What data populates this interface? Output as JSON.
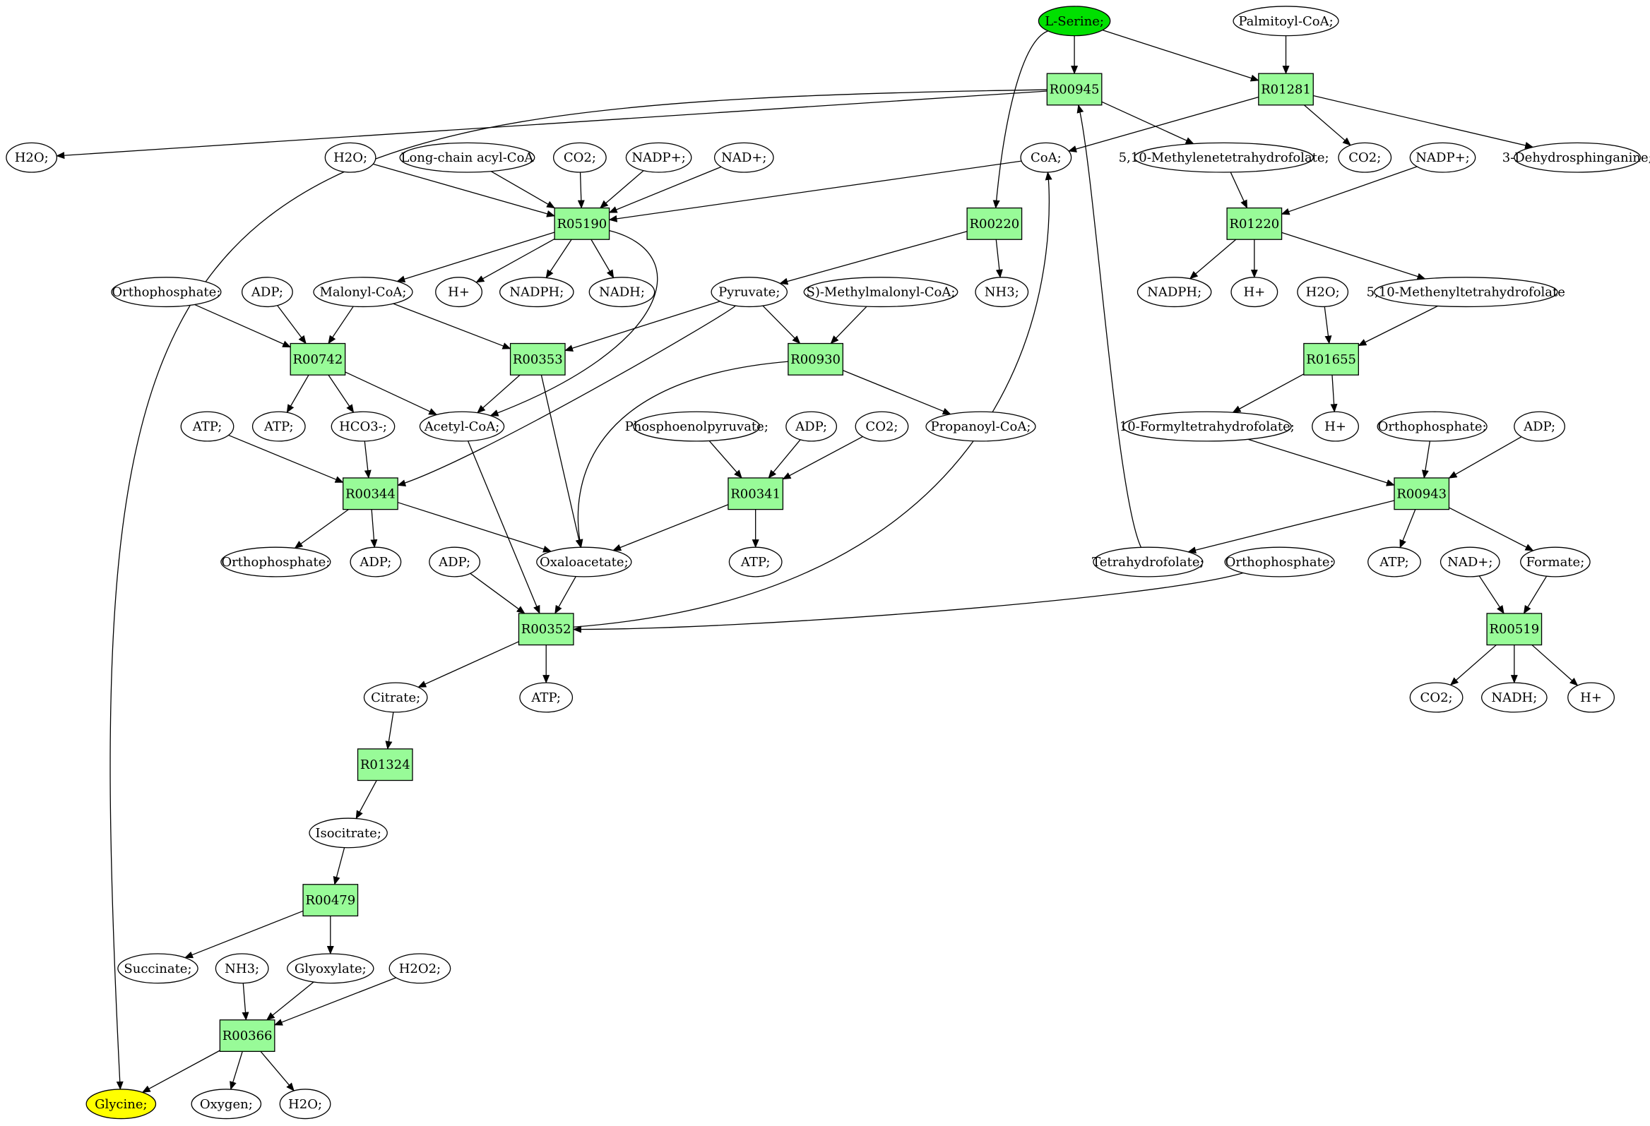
{
  "colors": {
    "reaction_fill": "#98fb98",
    "start_fill": "#00e000",
    "end_fill": "#ffff00",
    "compound_fill": "#ffffff",
    "stroke": "#000000"
  },
  "nodes": {
    "lserine": {
      "label": "L-Serine;",
      "kind": "start"
    },
    "palmitoyl": {
      "label": "Palmitoyl-CoA;",
      "kind": "compound"
    },
    "R00945": {
      "label": "R00945",
      "kind": "reaction"
    },
    "R01281": {
      "label": "R01281",
      "kind": "reaction"
    },
    "h2o_a": {
      "label": "H2O;",
      "kind": "compound"
    },
    "h2o_b": {
      "label": "H2O;",
      "kind": "compound"
    },
    "lcacyl": {
      "label": "Long-chain acyl-CoA",
      "kind": "compound"
    },
    "co2_a": {
      "label": "CO2;",
      "kind": "compound"
    },
    "nadpp_a": {
      "label": "NADP+;",
      "kind": "compound"
    },
    "nadp_a": {
      "label": "NAD+;",
      "kind": "compound"
    },
    "coa": {
      "label": "CoA;",
      "kind": "compound"
    },
    "mthf": {
      "label": "5,10-Methylenetetrahydrofolate;",
      "kind": "compound"
    },
    "co2_b": {
      "label": "CO2;",
      "kind": "compound"
    },
    "nadpp_b": {
      "label": "NADP+;",
      "kind": "compound"
    },
    "dhsph": {
      "label": "3-Dehydrosphinganine;",
      "kind": "compound"
    },
    "R05190": {
      "label": "R05190",
      "kind": "reaction"
    },
    "R00220": {
      "label": "R00220",
      "kind": "reaction"
    },
    "R01220": {
      "label": "R01220",
      "kind": "reaction"
    },
    "orthop_a": {
      "label": "Orthophosphate;",
      "kind": "compound"
    },
    "adp_a": {
      "label": "ADP;",
      "kind": "compound"
    },
    "malonyl": {
      "label": "Malonyl-CoA;",
      "kind": "compound"
    },
    "hplus_a": {
      "label": "H+",
      "kind": "compound"
    },
    "nadph_a": {
      "label": "NADPH;",
      "kind": "compound"
    },
    "nadh_a": {
      "label": "NADH;",
      "kind": "compound"
    },
    "pyruvate": {
      "label": "Pyruvate;",
      "kind": "compound"
    },
    "smmcoa": {
      "label": "S)-Methylmalonyl-CoA;",
      "kind": "compound"
    },
    "nh3_a": {
      "label": "NH3;",
      "kind": "compound"
    },
    "nadph_b": {
      "label": "NADPH;",
      "kind": "compound"
    },
    "hplus_b": {
      "label": "H+",
      "kind": "compound"
    },
    "h2o_c": {
      "label": "H2O;",
      "kind": "compound"
    },
    "methenyl": {
      "label": "5,10-Methenyltetrahydrofolate",
      "kind": "compound"
    },
    "R00742": {
      "label": "R00742",
      "kind": "reaction"
    },
    "R00353": {
      "label": "R00353",
      "kind": "reaction"
    },
    "R00930": {
      "label": "R00930",
      "kind": "reaction"
    },
    "R01655": {
      "label": "R01655",
      "kind": "reaction"
    },
    "atp_a": {
      "label": "ATP;",
      "kind": "compound"
    },
    "atp_b": {
      "label": "ATP;",
      "kind": "compound"
    },
    "hco3": {
      "label": "HCO3-;",
      "kind": "compound"
    },
    "acetylcoa": {
      "label": "Acetyl-CoA;",
      "kind": "compound"
    },
    "pep": {
      "label": "Phosphoenolpyruvate;",
      "kind": "compound"
    },
    "adp_b": {
      "label": "ADP;",
      "kind": "compound"
    },
    "co2_c": {
      "label": "CO2;",
      "kind": "compound"
    },
    "propanoyl": {
      "label": "Propanoyl-CoA;",
      "kind": "compound"
    },
    "formylthf": {
      "label": "10-Formyltetrahydrofolate;",
      "kind": "compound"
    },
    "hplus_c": {
      "label": "H+",
      "kind": "compound"
    },
    "orthop_b": {
      "label": "Orthophosphate;",
      "kind": "compound"
    },
    "adp_c": {
      "label": "ADP;",
      "kind": "compound"
    },
    "R00344": {
      "label": "R00344",
      "kind": "reaction"
    },
    "R00341": {
      "label": "R00341",
      "kind": "reaction"
    },
    "R00943": {
      "label": "R00943",
      "kind": "reaction"
    },
    "orthop_c": {
      "label": "Orthophosphate;",
      "kind": "compound"
    },
    "adp_d": {
      "label": "ADP;",
      "kind": "compound"
    },
    "adp_e": {
      "label": "ADP;",
      "kind": "compound"
    },
    "oxaloacetate": {
      "label": "Oxaloacetate;",
      "kind": "compound"
    },
    "atp_c": {
      "label": "ATP;",
      "kind": "compound"
    },
    "thf": {
      "label": "Tetrahydrofolate;",
      "kind": "compound"
    },
    "orthop_d": {
      "label": "Orthophosphate;",
      "kind": "compound"
    },
    "atp_d": {
      "label": "ATP;",
      "kind": "compound"
    },
    "nadp_b": {
      "label": "NAD+;",
      "kind": "compound"
    },
    "formate": {
      "label": "Formate;",
      "kind": "compound"
    },
    "R00352": {
      "label": "R00352",
      "kind": "reaction"
    },
    "R00519": {
      "label": "R00519",
      "kind": "reaction"
    },
    "citrate": {
      "label": "Citrate;",
      "kind": "compound"
    },
    "atp_e": {
      "label": "ATP;",
      "kind": "compound"
    },
    "co2_d": {
      "label": "CO2;",
      "kind": "compound"
    },
    "nadh_b": {
      "label": "NADH;",
      "kind": "compound"
    },
    "hplus_d": {
      "label": "H+",
      "kind": "compound"
    },
    "R01324": {
      "label": "R01324",
      "kind": "reaction"
    },
    "isocitrate": {
      "label": "Isocitrate;",
      "kind": "compound"
    },
    "R00479": {
      "label": "R00479",
      "kind": "reaction"
    },
    "succinate": {
      "label": "Succinate;",
      "kind": "compound"
    },
    "nh3_b": {
      "label": "NH3;",
      "kind": "compound"
    },
    "glyoxylate": {
      "label": "Glyoxylate;",
      "kind": "compound"
    },
    "h2o2": {
      "label": "H2O2;",
      "kind": "compound"
    },
    "R00366": {
      "label": "R00366",
      "kind": "reaction"
    },
    "glycine": {
      "label": "Glycine;",
      "kind": "end"
    },
    "oxygen": {
      "label": "Oxygen;",
      "kind": "compound"
    },
    "h2o_d": {
      "label": "H2O;",
      "kind": "compound"
    }
  },
  "edges": [
    [
      "lserine",
      "R00945"
    ],
    [
      "lserine",
      "R01281"
    ],
    [
      "lserine",
      "R00220"
    ],
    [
      "palmitoyl",
      "R01281"
    ],
    [
      "R00945",
      "h2o_a"
    ],
    [
      "R00945",
      "mthf"
    ],
    [
      "R00945",
      "glycine"
    ],
    [
      "R01281",
      "coa"
    ],
    [
      "R01281",
      "co2_b"
    ],
    [
      "R01281",
      "dhsph"
    ],
    [
      "h2o_b",
      "R05190"
    ],
    [
      "lcacyl",
      "R05190"
    ],
    [
      "co2_a",
      "R05190"
    ],
    [
      "nadpp_a",
      "R05190"
    ],
    [
      "nadp_a",
      "R05190"
    ],
    [
      "coa",
      "R05190"
    ],
    [
      "R05190",
      "malonyl"
    ],
    [
      "R05190",
      "hplus_a"
    ],
    [
      "R05190",
      "nadph_a"
    ],
    [
      "R05190",
      "nadh_a"
    ],
    [
      "R05190",
      "acetylcoa"
    ],
    [
      "R00220",
      "pyruvate"
    ],
    [
      "R00220",
      "nh3_a"
    ],
    [
      "mthf",
      "R01220"
    ],
    [
      "nadpp_b",
      "R01220"
    ],
    [
      "R01220",
      "nadph_b"
    ],
    [
      "R01220",
      "hplus_b"
    ],
    [
      "R01220",
      "methenyl"
    ],
    [
      "orthop_a",
      "R00742"
    ],
    [
      "adp_a",
      "R00742"
    ],
    [
      "malonyl",
      "R00742"
    ],
    [
      "malonyl",
      "R00353"
    ],
    [
      "pyruvate",
      "R00353"
    ],
    [
      "pyruvate",
      "R00930"
    ],
    [
      "smmcoa",
      "R00930"
    ],
    [
      "pyruvate",
      "R00344"
    ],
    [
      "h2o_c",
      "R01655"
    ],
    [
      "methenyl",
      "R01655"
    ],
    [
      "R00742",
      "atp_b"
    ],
    [
      "R00742",
      "hco3"
    ],
    [
      "R00742",
      "acetylcoa"
    ],
    [
      "R00353",
      "acetylcoa"
    ],
    [
      "R00353",
      "oxaloacetate"
    ],
    [
      "R00930",
      "oxaloacetate"
    ],
    [
      "R00930",
      "propanoyl"
    ],
    [
      "R01655",
      "formylthf"
    ],
    [
      "R01655",
      "hplus_c"
    ],
    [
      "atp_a",
      "R00344"
    ],
    [
      "hco3",
      "R00344"
    ],
    [
      "R00344",
      "orthop_c"
    ],
    [
      "R00344",
      "adp_d"
    ],
    [
      "R00344",
      "oxaloacetate"
    ],
    [
      "pep",
      "R00341"
    ],
    [
      "adp_b",
      "R00341"
    ],
    [
      "co2_c",
      "R00341"
    ],
    [
      "R00341",
      "oxaloacetate"
    ],
    [
      "R00341",
      "atp_c"
    ],
    [
      "formylthf",
      "R00943"
    ],
    [
      "orthop_b",
      "R00943"
    ],
    [
      "adp_c",
      "R00943"
    ],
    [
      "R00943",
      "thf"
    ],
    [
      "R00943",
      "atp_d"
    ],
    [
      "R00943",
      "formate"
    ],
    [
      "thf",
      "R00945"
    ],
    [
      "adp_e",
      "R00352"
    ],
    [
      "oxaloacetate",
      "R00352"
    ],
    [
      "acetylcoa",
      "R00352"
    ],
    [
      "orthop_d",
      "R00352"
    ],
    [
      "R00352",
      "coa"
    ],
    [
      "R00352",
      "citrate"
    ],
    [
      "R00352",
      "atp_e"
    ],
    [
      "nadp_b",
      "R00519"
    ],
    [
      "formate",
      "R00519"
    ],
    [
      "R00519",
      "co2_d"
    ],
    [
      "R00519",
      "nadh_b"
    ],
    [
      "R00519",
      "hplus_d"
    ],
    [
      "citrate",
      "R01324"
    ],
    [
      "R01324",
      "isocitrate"
    ],
    [
      "isocitrate",
      "R00479"
    ],
    [
      "R00479",
      "succinate"
    ],
    [
      "R00479",
      "glyoxylate"
    ],
    [
      "nh3_b",
      "R00366"
    ],
    [
      "glyoxylate",
      "R00366"
    ],
    [
      "h2o2",
      "R00366"
    ],
    [
      "R00366",
      "glycine"
    ],
    [
      "R00366",
      "oxygen"
    ],
    [
      "R00366",
      "h2o_d"
    ]
  ]
}
